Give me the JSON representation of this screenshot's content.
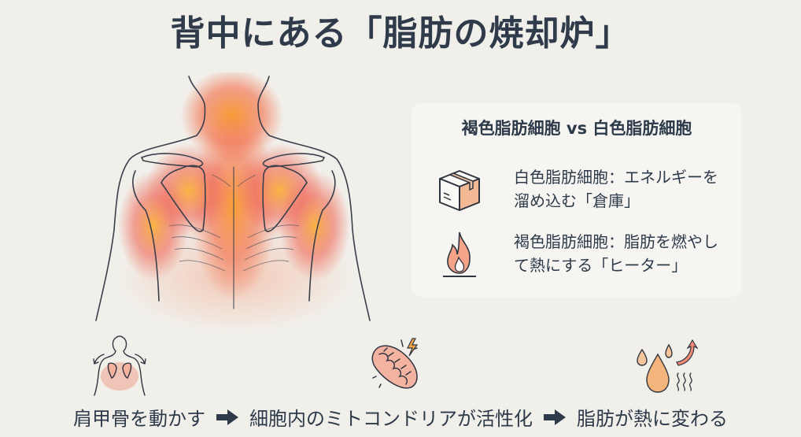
{
  "title": "背中にある「脂肪の焼却炉」",
  "illustration": {
    "label": "upper-back-heat-illustration"
  },
  "panel": {
    "title": "褐色脂肪細胞 vs 白色脂肪細胞",
    "items": [
      {
        "icon": "box-icon",
        "line1": "白色脂肪細胞：エネルギーを",
        "line2": "溜め込む「倉庫」"
      },
      {
        "icon": "flame-icon",
        "line1": "褐色脂肪細胞：脂肪を燃やし",
        "line2": "て熱にする「ヒーター」"
      }
    ]
  },
  "flow": {
    "steps": [
      {
        "icon": "shoulder-blade-icon",
        "label": "肩甲骨を動かす"
      },
      {
        "icon": "mitochondria-icon",
        "label": "細胞内のミトコンドリアが活性化"
      },
      {
        "icon": "fat-to-heat-icon",
        "label": "脂肪が熱に変わる"
      }
    ],
    "arrow": "right-arrow-icon"
  },
  "colors": {
    "background": "#f1efea",
    "text": "#2d3a4a",
    "heat_orange": "#f7922e",
    "heat_red": "#ec5f4a"
  }
}
